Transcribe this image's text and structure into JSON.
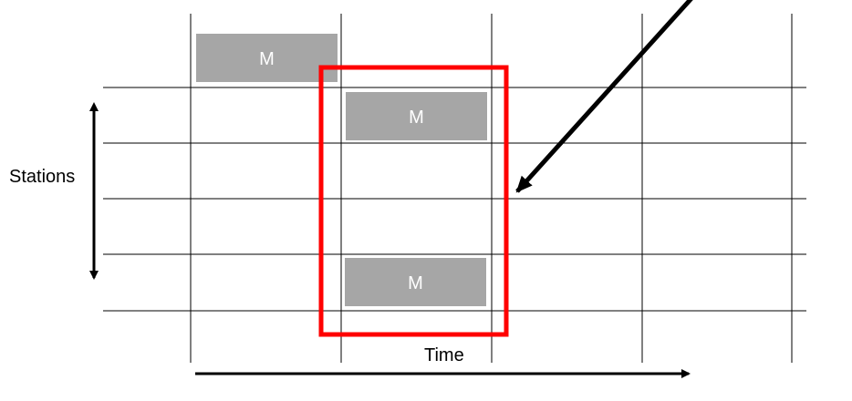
{
  "blocks": [
    {
      "label": "M",
      "station_row": 0,
      "time_column": 0
    },
    {
      "label": "M",
      "station_row": 1,
      "time_column": 1
    },
    {
      "label": "M",
      "station_row": 4,
      "time_column": 1
    }
  ],
  "axes": {
    "y_label": "Stations",
    "x_label": "Time"
  },
  "colors": {
    "block_fill": "#a6a6a6",
    "block_text": "#ffffff",
    "highlight": "#ff0000",
    "grid": "#000000",
    "arrows": "#000000"
  },
  "icons": {
    "pointer": "diagonal-pointer-arrow",
    "stations_axis": "double-headed-vertical-arrow",
    "time_axis": "right-arrow"
  }
}
